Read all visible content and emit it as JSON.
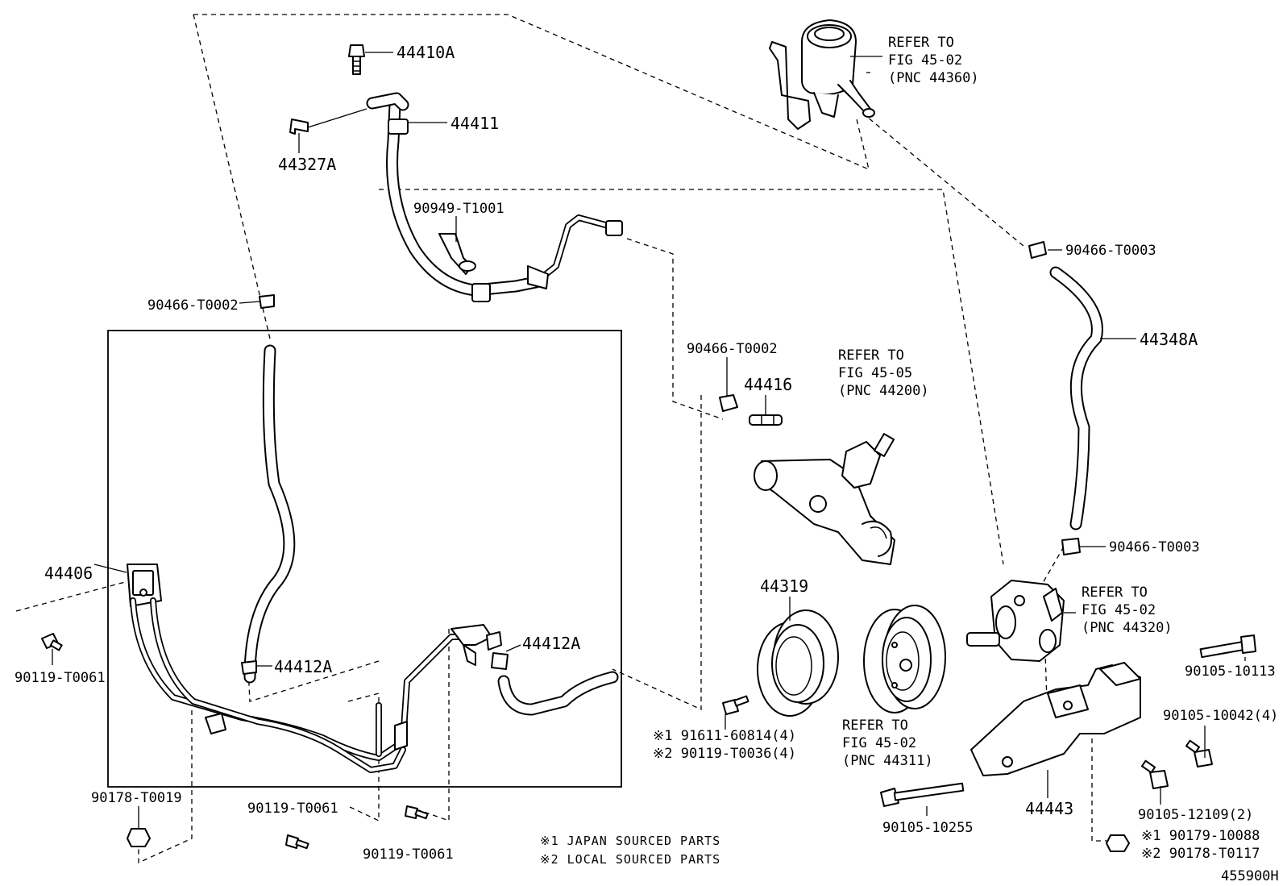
{
  "labels": {
    "p44410A": "44410A",
    "p44411": "44411",
    "p44327A": "44327A",
    "p90949_T1001": "90949-T1001",
    "p90466_T0002_left": "90466-T0002",
    "p44406": "44406",
    "p90119_T0061_left": "90119-T0061",
    "p44412A_left": "44412A",
    "p44412A_right": "44412A",
    "p90178_T0019": "90178-T0019",
    "p90119_T0061_bottom1": "90119-T0061",
    "p90119_T0061_bottom2": "90119-T0061",
    "p90466_T0002_mid": "90466-T0002",
    "p44416": "44416",
    "p44319": "44319",
    "p91611_60814": "※1 91611-60814(4)",
    "p90119_T0036": "※2 90119-T0036(4)",
    "p90466_T0003_top": "90466-T0003",
    "p44348A": "44348A",
    "p90466_T0003_bottom": "90466-T0003",
    "p90105_10113": "90105-10113",
    "p90105_10042": "90105-10042(4)",
    "p90105_12109": "90105-12109(2)",
    "p90105_10255": "90105-10255",
    "p44443": "44443",
    "p90179_10088": "※1 90179-10088",
    "p90178_T0117": "※2 90178-T0117"
  },
  "refers": {
    "reservoir": [
      "REFER TO",
      "FIG 45-02",
      "(PNC 44360)"
    ],
    "gear": [
      "REFER TO",
      "FIG 45-05",
      "(PNC 44200)"
    ],
    "pump": [
      "REFER TO",
      "FIG 45-02",
      "(PNC 44320)"
    ],
    "pulley": [
      "REFER TO",
      "FIG 45-02",
      "(PNC 44311)"
    ]
  },
  "notes": {
    "japan": "※1 JAPAN SOURCED PARTS",
    "local": "※2 LOCAL SOURCED PARTS"
  },
  "figure_id": "455900H"
}
